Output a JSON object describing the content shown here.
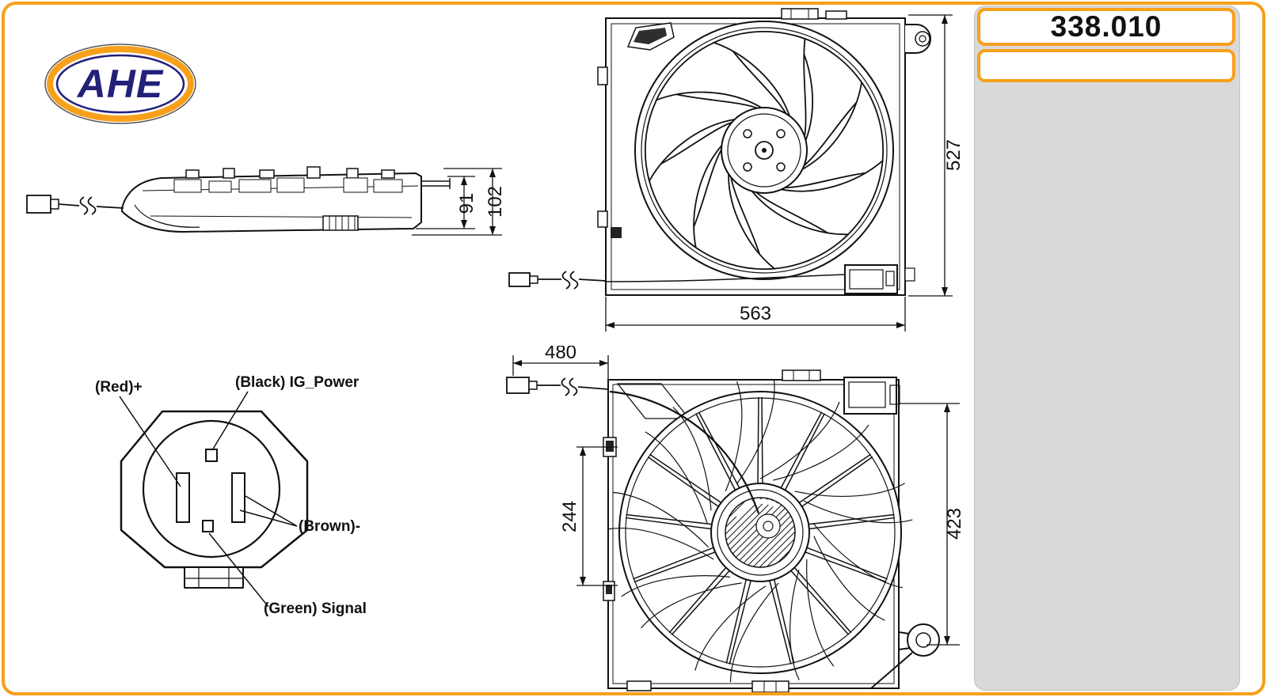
{
  "brand": {
    "logo_text": "AHE"
  },
  "part": {
    "number": "338.010"
  },
  "dimensions": {
    "side_inner": "91",
    "side_outer": "102",
    "front_height": "527",
    "front_width": "563",
    "cable_length": "480",
    "rear_inner": "244",
    "rear_height": "423"
  },
  "connector_pinout": {
    "red": "(Red)+",
    "black": "(Black) IG_Power",
    "brown": "(Brown)-",
    "green": "(Green) Signal"
  },
  "colors": {
    "accent_orange": "#F7A01B",
    "logo_blue": "#23207A",
    "panel_gray": "#D9D9D9",
    "ink": "#111111"
  }
}
